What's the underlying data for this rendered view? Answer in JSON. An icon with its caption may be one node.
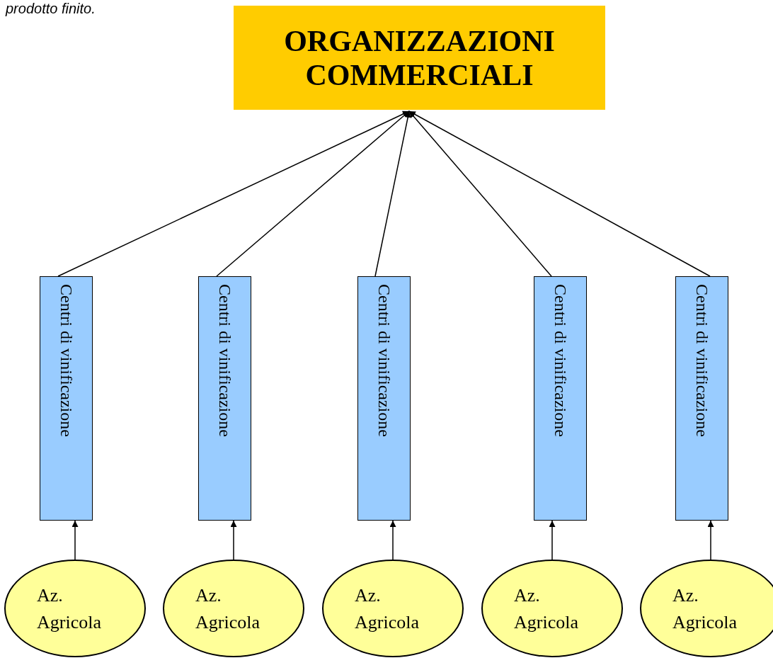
{
  "diagram": {
    "nodes": [
      {
        "text": [
          "ORGANIZZAZIONI COMMERCIALI"
        ]
      },
      {
        "text": [
          "Centri di vinificazione"
        ]
      },
      {
        "text": [
          "Centri di vinificazione"
        ]
      },
      {
        "text": [
          "Centri di vinificazione"
        ]
      },
      {
        "text": [
          "Centri di vinificazione"
        ]
      },
      {
        "text": [
          "Centri di vinificazione"
        ]
      },
      {
        "text": [
          "Az. Agricola"
        ]
      },
      {
        "text": [
          "Az. Agricola"
        ]
      },
      {
        "text": [
          "Az. Agricola"
        ]
      },
      {
        "text": [
          "Az. Agricola"
        ]
      },
      {
        "text": [
          "Az. Agricola"
        ]
      }
    ],
    "edges": [
      {
        "from": 1,
        "to": 0,
        "arrow": "to"
      },
      {
        "from": 2,
        "to": 0,
        "arrow": "to"
      },
      {
        "from": 3,
        "to": 0,
        "arrow": "to"
      },
      {
        "from": 4,
        "to": 0,
        "arrow": "to"
      },
      {
        "from": 5,
        "to": 0,
        "arrow": "to"
      },
      {
        "from": 6,
        "to": 1,
        "arrow": "to"
      },
      {
        "from": 7,
        "to": 2,
        "arrow": "to"
      },
      {
        "from": 8,
        "to": 3,
        "arrow": "to"
      },
      {
        "from": 9,
        "to": 4,
        "arrow": "to"
      },
      {
        "from": 10,
        "to": 5,
        "arrow": "to"
      }
    ],
    "labels": [
      "prodotto finito."
    ]
  }
}
